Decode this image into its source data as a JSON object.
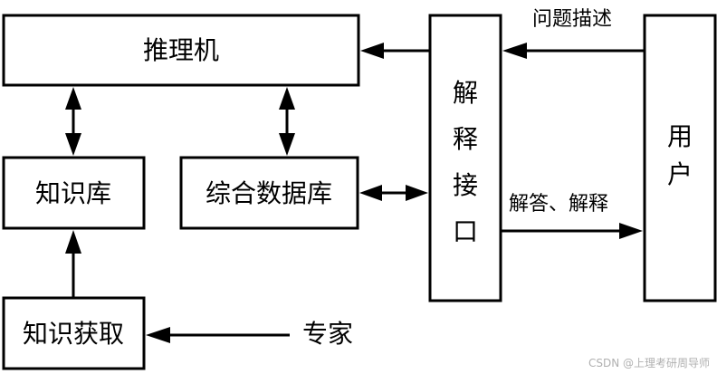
{
  "nodes": {
    "inference_engine": "推理机",
    "knowledge_base": "知识库",
    "integrated_database": "综合数据库",
    "knowledge_acquisition": "知识获取",
    "explanation_interface": [
      "解",
      "释",
      "接",
      "口"
    ],
    "user": [
      "用",
      "户"
    ],
    "expert": "专家"
  },
  "edges": {
    "problem_description": "问题描述",
    "answer_explanation": "解答、解释"
  },
  "watermark": "CSDN @上理考研周导师"
}
